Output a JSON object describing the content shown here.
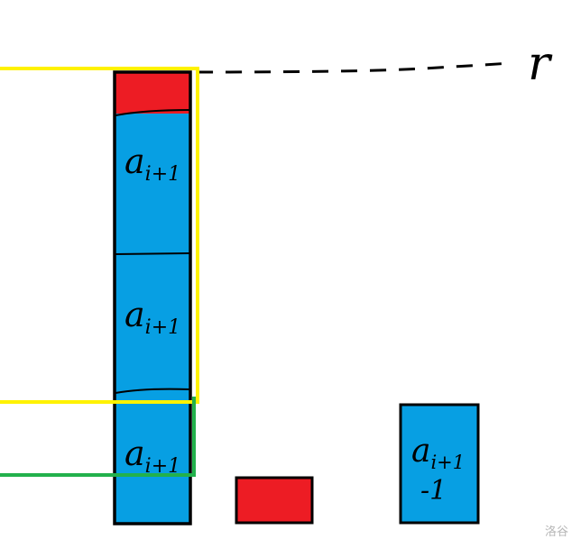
{
  "diagram": {
    "tall_column": {
      "blocks": [
        {
          "label": "a",
          "subscript": "i+1"
        },
        {
          "label": "a",
          "subscript": "i+1"
        },
        {
          "label": "a",
          "subscript": "i+1"
        }
      ]
    },
    "right_column": {
      "label": "a",
      "subscript": "i+1",
      "second_line": "-1"
    },
    "dashed_line_label": "r"
  },
  "colors": {
    "block_fill": "#079fe3",
    "cap_fill": "#ed1c24",
    "yellow_frame": "#fff200",
    "green_line": "#22b14c",
    "outline": "#000000"
  },
  "watermark": "洛谷"
}
